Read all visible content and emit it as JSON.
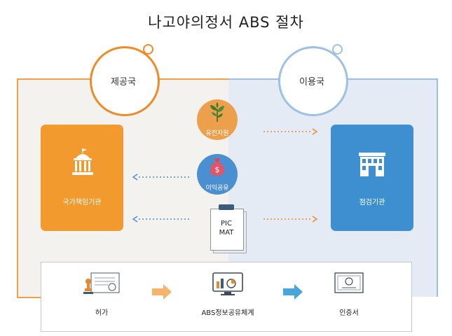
{
  "title": "나고야의정서 ABS 절차",
  "provider": {
    "label": "제공국"
  },
  "user": {
    "label": "이용국"
  },
  "provider_box": {
    "label": "국가책임기관",
    "icon": "government-building-icon"
  },
  "user_box": {
    "label": "점검기관",
    "icon": "store-building-icon"
  },
  "flows": {
    "genetic_resources": {
      "label": "유전자원",
      "icon": "plant-icon"
    },
    "benefit_sharing": {
      "label": "이익공유",
      "icon": "money-bag-icon"
    },
    "pic_mat": {
      "line1": "PIC",
      "line2": "MAT",
      "icon": "document-icon"
    }
  },
  "process": {
    "steps": [
      {
        "label": "허가",
        "icon": "permit-stamp-icon"
      },
      {
        "label": "ABS정보공유체계",
        "icon": "monitor-chart-icon"
      },
      {
        "label": "인증서",
        "icon": "certificate-icon"
      }
    ]
  },
  "colors": {
    "orange": "#f29a2e",
    "blue": "#3d8fcf",
    "light_blue": "#9ec0e6"
  }
}
